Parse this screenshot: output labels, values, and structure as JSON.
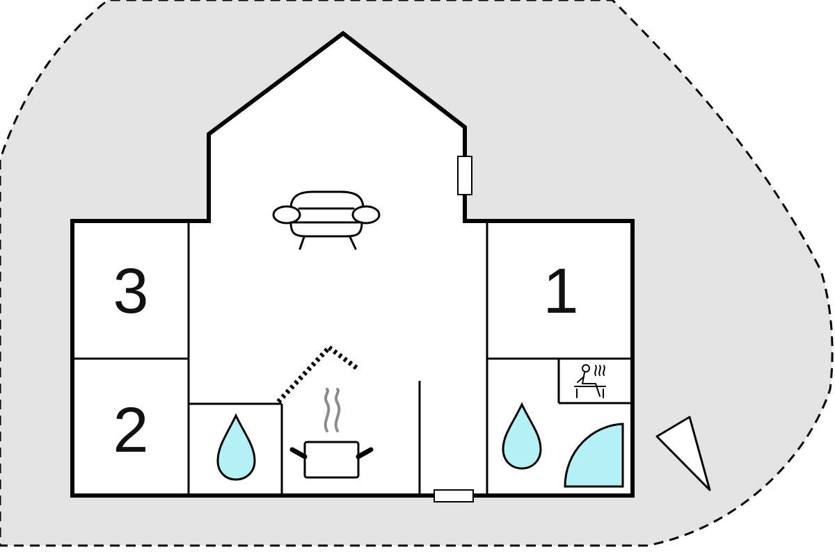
{
  "floor_plan": {
    "rooms": [
      {
        "id": "bedroom-1",
        "label": "1"
      },
      {
        "id": "bedroom-2",
        "label": "2"
      },
      {
        "id": "bedroom-3",
        "label": "3"
      }
    ],
    "icons": [
      {
        "name": "sofa-icon",
        "meaning": "living room"
      },
      {
        "name": "cooking-pot-icon",
        "meaning": "kitchen"
      },
      {
        "name": "water-drop-icon",
        "meaning": "bathroom"
      },
      {
        "name": "sauna-icon",
        "meaning": "sauna"
      },
      {
        "name": "shower-icon",
        "meaning": "shower"
      },
      {
        "name": "north-arrow-icon",
        "meaning": "orientation"
      }
    ],
    "colors": {
      "plot": "#e3e3e3",
      "walls": "#000000",
      "floor": "#ffffff",
      "water": "#b4f0f5"
    }
  }
}
